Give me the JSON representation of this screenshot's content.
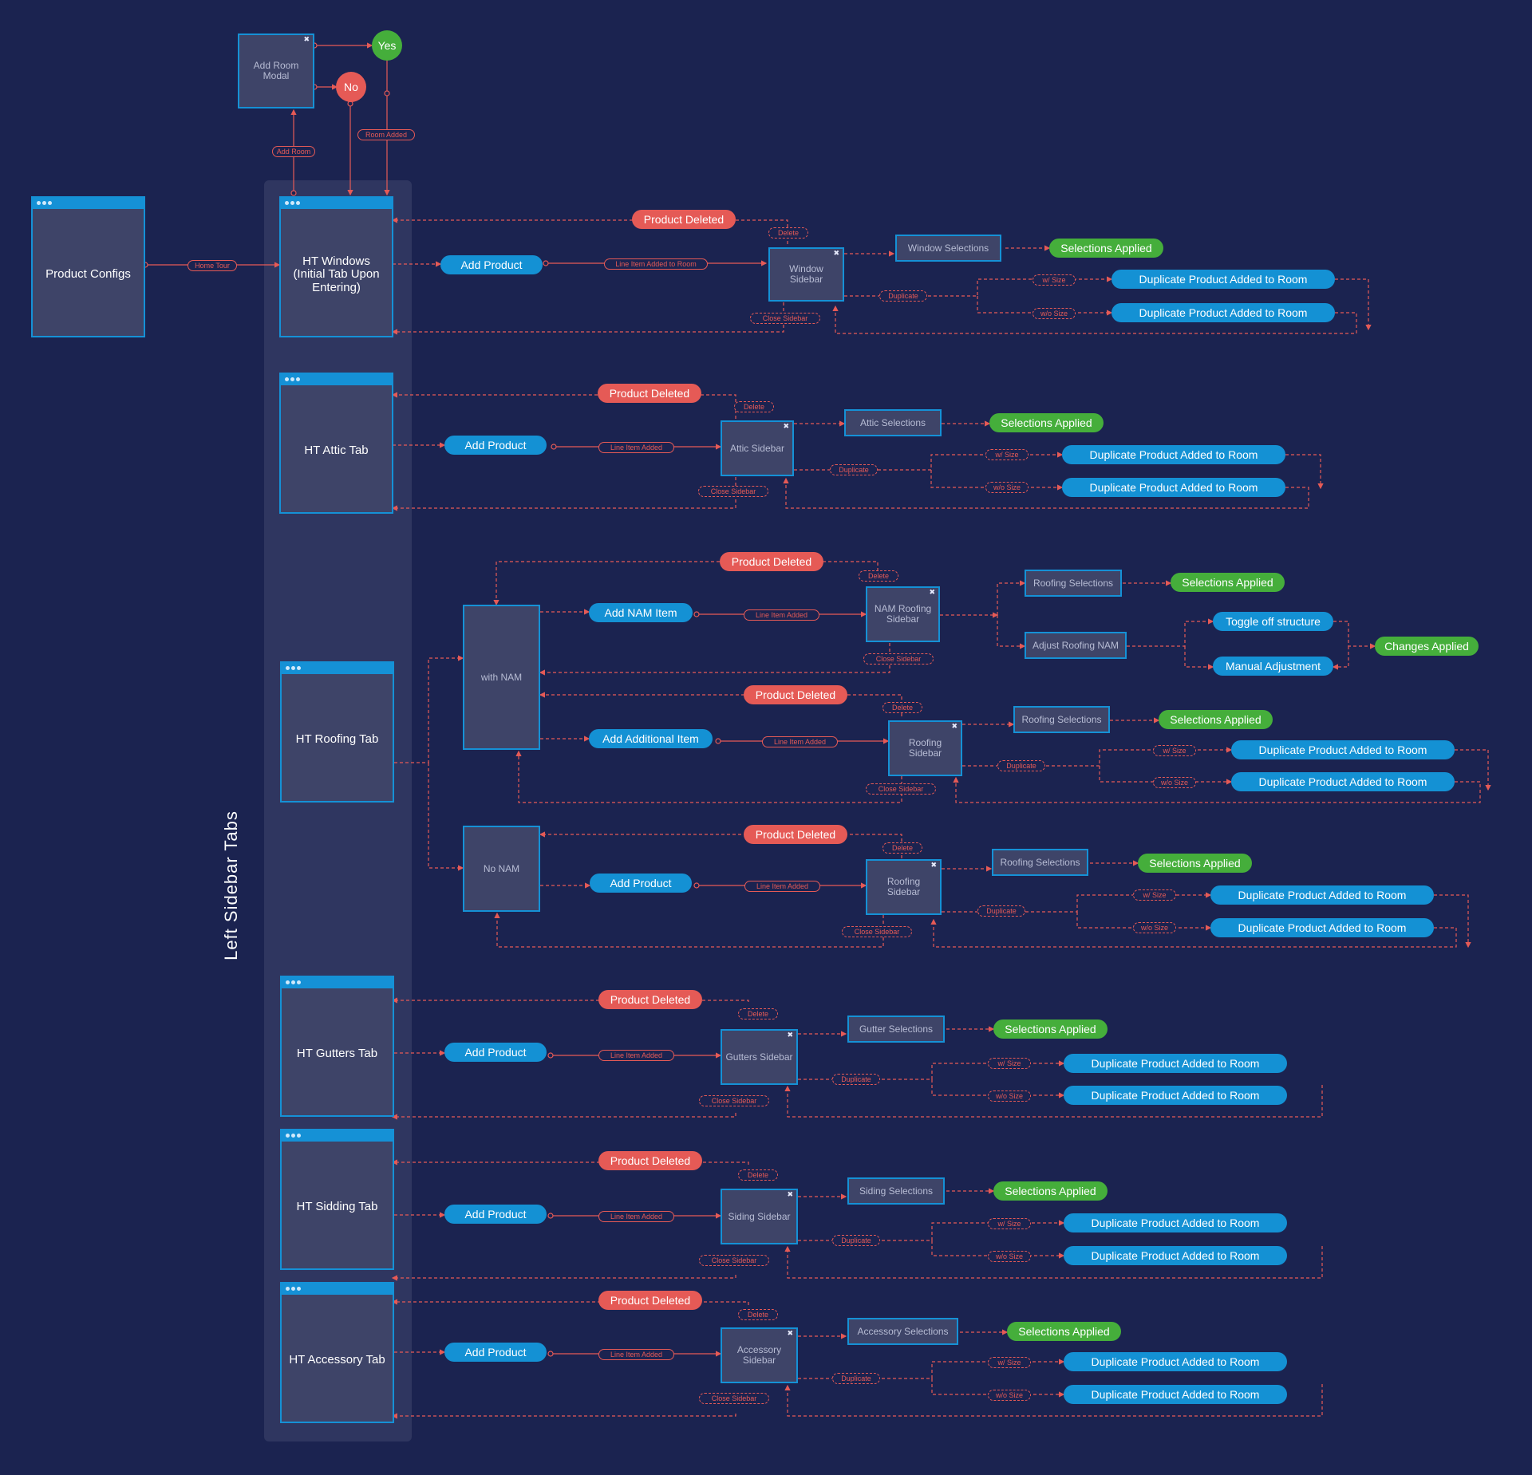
{
  "colors": {
    "background": "#1b2350",
    "panel": "#2f3660",
    "box": "#3e4468",
    "blue": "#1491d4",
    "green": "#45ae3b",
    "red": "#e55a56"
  },
  "product_configs": "Product Configs",
  "home_tour": "Home Tour",
  "add_room_modal": "Add Room Modal",
  "add_room": "Add Room",
  "room_added": "Room Added",
  "yes": "Yes",
  "no": "No",
  "left_sidebar_tabs": "Left Sidebar Tabs",
  "windows": {
    "tab": "HT Windows (Initial Tab Upon Entering)",
    "product_deleted": "Product Deleted",
    "delete": "Delete",
    "add_product": "Add Product",
    "line_item": "Line Item Added to Room",
    "sidebar": "Window Sidebar",
    "selections": "Window Selections",
    "applied": "Selections Applied",
    "duplicate": "Duplicate",
    "w_size": "w/ Size",
    "wo_size": "w/o Size",
    "dup1": "Duplicate Product Added to Room",
    "dup2": "Duplicate Product Added to Room",
    "close": "Close Sidebar"
  },
  "attic": {
    "tab": "HT Attic Tab",
    "product_deleted": "Product Deleted",
    "delete": "Delete",
    "add_product": "Add Product",
    "line_item": "Line Item Added",
    "sidebar": "Attic Sidebar",
    "selections": "Attic Selections",
    "applied": "Selections Applied",
    "duplicate": "Duplicate",
    "w_size": "w/ Size",
    "wo_size": "w/o Size",
    "dup1": "Duplicate Product Added to Room",
    "dup2": "Duplicate Product Added to Room",
    "close": "Close Sidebar"
  },
  "roofing": {
    "tab": "HT Roofing Tab",
    "with_nam": "with NAM",
    "no_nam": "No NAM",
    "nam": {
      "product_deleted": "Product Deleted",
      "delete": "Delete",
      "add": "Add NAM Item",
      "line_item": "Line Item Added",
      "sidebar": "NAM Roofing Sidebar",
      "selections": "Roofing Selections",
      "applied": "Selections Applied",
      "adjust": "Adjust Roofing NAM",
      "toggle": "Toggle off structure",
      "manual": "Manual Adjustment",
      "changes": "Changes Applied",
      "close": "Close Sidebar"
    },
    "add": {
      "product_deleted": "Product Deleted",
      "delete": "Delete",
      "add": "Add Additional Item",
      "line_item": "Line Item Added",
      "sidebar": "Roofing Sidebar",
      "selections": "Roofing Selections",
      "applied": "Selections Applied",
      "duplicate": "Duplicate",
      "w_size": "w/ Size",
      "wo_size": "w/o Size",
      "dup1": "Duplicate Product Added to Room",
      "dup2": "Duplicate Product Added to Room",
      "close": "Close Sidebar"
    },
    "nonam": {
      "product_deleted": "Product Deleted",
      "delete": "Delete",
      "add": "Add Product",
      "line_item": "Line Item Added",
      "sidebar": "Roofing Sidebar",
      "selections": "Roofing Selections",
      "applied": "Selections Applied",
      "duplicate": "Duplicate",
      "w_size": "w/ Size",
      "wo_size": "w/o Size",
      "dup1": "Duplicate Product Added to Room",
      "dup2": "Duplicate Product Added to Room",
      "close": "Close Sidebar"
    }
  },
  "gutters": {
    "tab": "HT Gutters Tab",
    "product_deleted": "Product Deleted",
    "delete": "Delete",
    "add_product": "Add Product",
    "line_item": "Line Item Added",
    "sidebar": "Gutters Sidebar",
    "selections": "Gutter Selections",
    "applied": "Selections Applied",
    "duplicate": "Duplicate",
    "w_size": "w/ Size",
    "wo_size": "w/o Size",
    "dup1": "Duplicate Product Added to Room",
    "dup2": "Duplicate Product Added to Room",
    "close": "Close Sidebar"
  },
  "siding": {
    "tab": "HT Sidding Tab",
    "product_deleted": "Product Deleted",
    "delete": "Delete",
    "add_product": "Add Product",
    "line_item": "Line Item Added",
    "sidebar": "Siding Sidebar",
    "selections": "Siding Selections",
    "applied": "Selections Applied",
    "duplicate": "Duplicate",
    "w_size": "w/ Size",
    "wo_size": "w/o Size",
    "dup1": "Duplicate Product Added to Room",
    "dup2": "Duplicate Product Added to Room",
    "close": "Close Sidebar"
  },
  "accessory": {
    "tab": "HT Accessory Tab",
    "product_deleted": "Product Deleted",
    "delete": "Delete",
    "add_product": "Add Product",
    "line_item": "Line Item Added",
    "sidebar": "Accessory Sidebar",
    "selections": "Accessory Selections",
    "applied": "Selections Applied",
    "duplicate": "Duplicate",
    "w_size": "w/ Size",
    "wo_size": "w/o Size",
    "dup1": "Duplicate Product Added to Room",
    "dup2": "Duplicate Product Added to Room",
    "close": "Close Sidebar"
  }
}
